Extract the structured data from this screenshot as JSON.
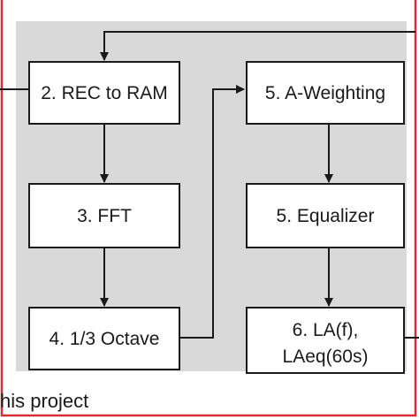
{
  "blocks": {
    "rec_to_ram": "2. REC to RAM",
    "fft": "3. FFT",
    "octave": "4. 1/3 Octave",
    "a_weighting": "5. A-Weighting",
    "equalizer": "5. Equalizer",
    "la_line1": "6. LA(f),",
    "la_line2": "LAeq(60s)"
  },
  "caption": "his project",
  "colors": {
    "panel": "#d9d9d9",
    "outer_border": "#d62f3a",
    "box_fill": "#ffffff",
    "stroke": "#1a1a1a"
  }
}
